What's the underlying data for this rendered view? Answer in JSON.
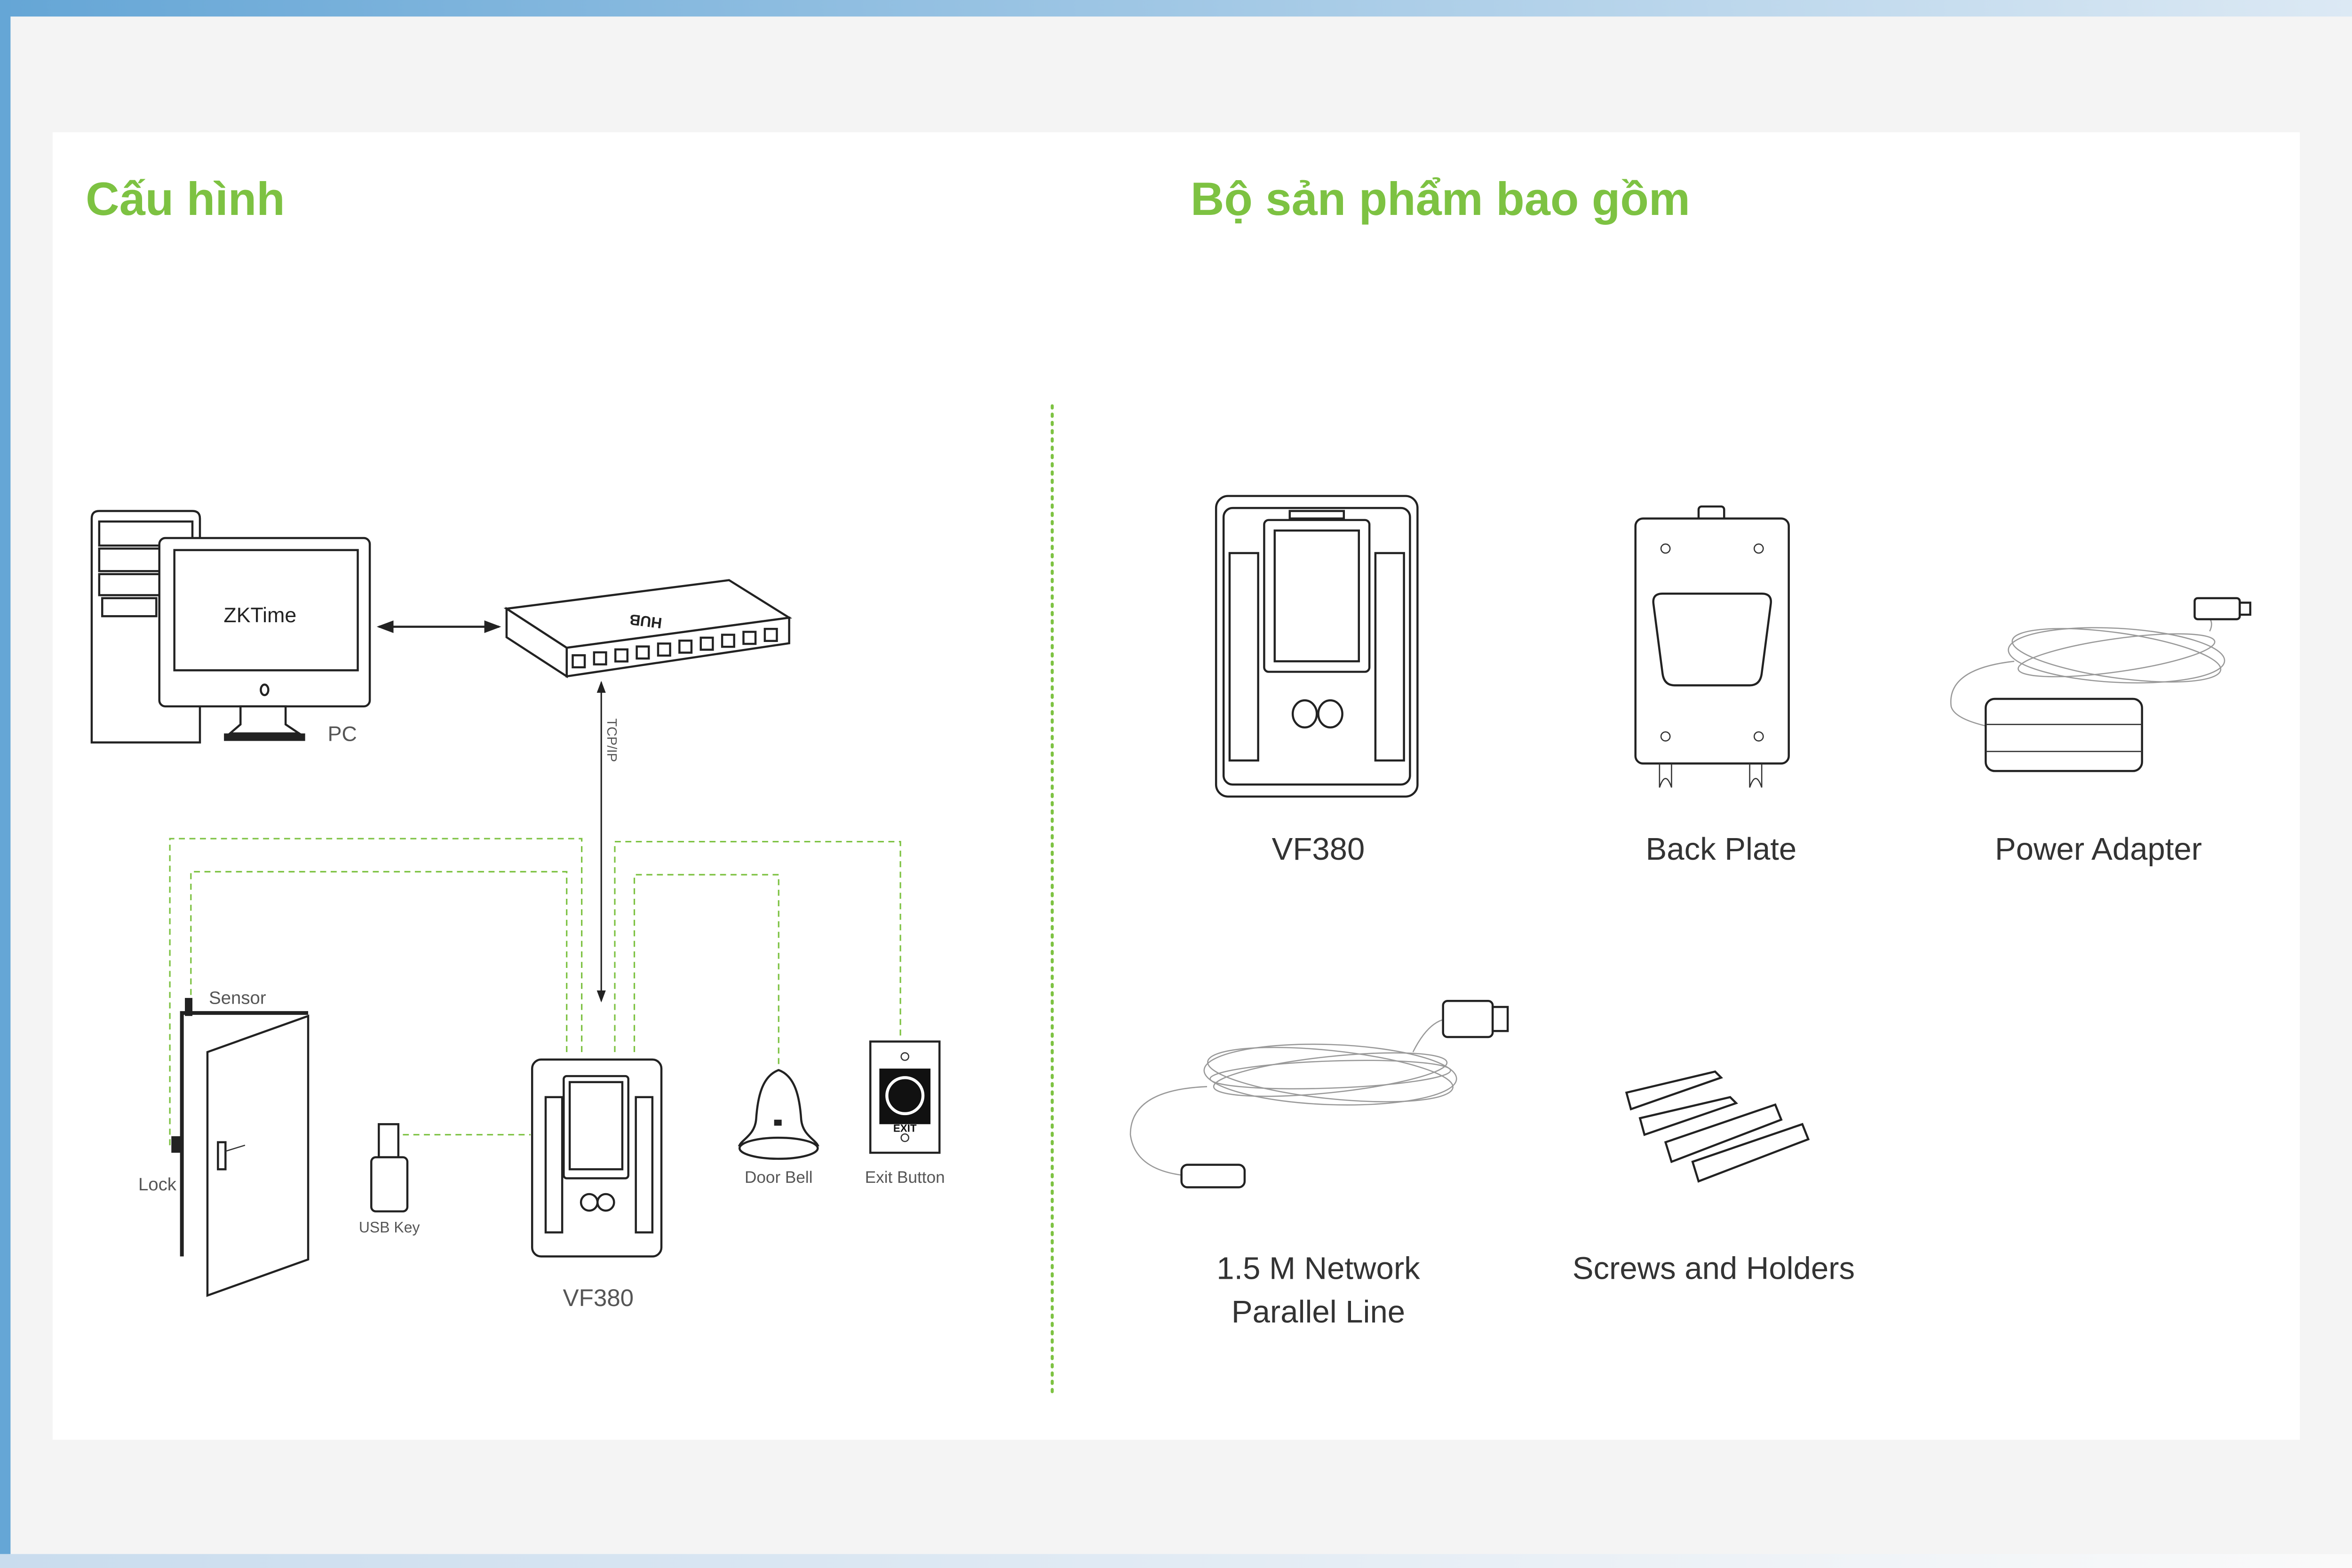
{
  "colors": {
    "accent_green": "#7dc242",
    "frame_blue": "#65a6d6",
    "background": "#f4f4f4"
  },
  "configuration": {
    "title": "Cấu hình",
    "pc_screen_text": "ZKTime",
    "pc_label": "PC",
    "hub_label": "HUB",
    "tcpip_label": "TCP/IP",
    "sensor_label": "Sensor",
    "lock_label": "Lock",
    "usb_key_label": "USB Key",
    "device_label": "VF380",
    "door_bell_label": "Door Bell",
    "exit_button_label": "Exit Button",
    "exit_text": "EXIT"
  },
  "package_contents": {
    "title": "Bộ sản phẩm bao gồm",
    "items": [
      {
        "label": "VF380"
      },
      {
        "label": "Back Plate"
      },
      {
        "label": "Power Adapter"
      },
      {
        "label_line1": "1.5 M Network",
        "label_line2": "Parallel Line"
      },
      {
        "label": "Screws and Holders"
      }
    ]
  }
}
